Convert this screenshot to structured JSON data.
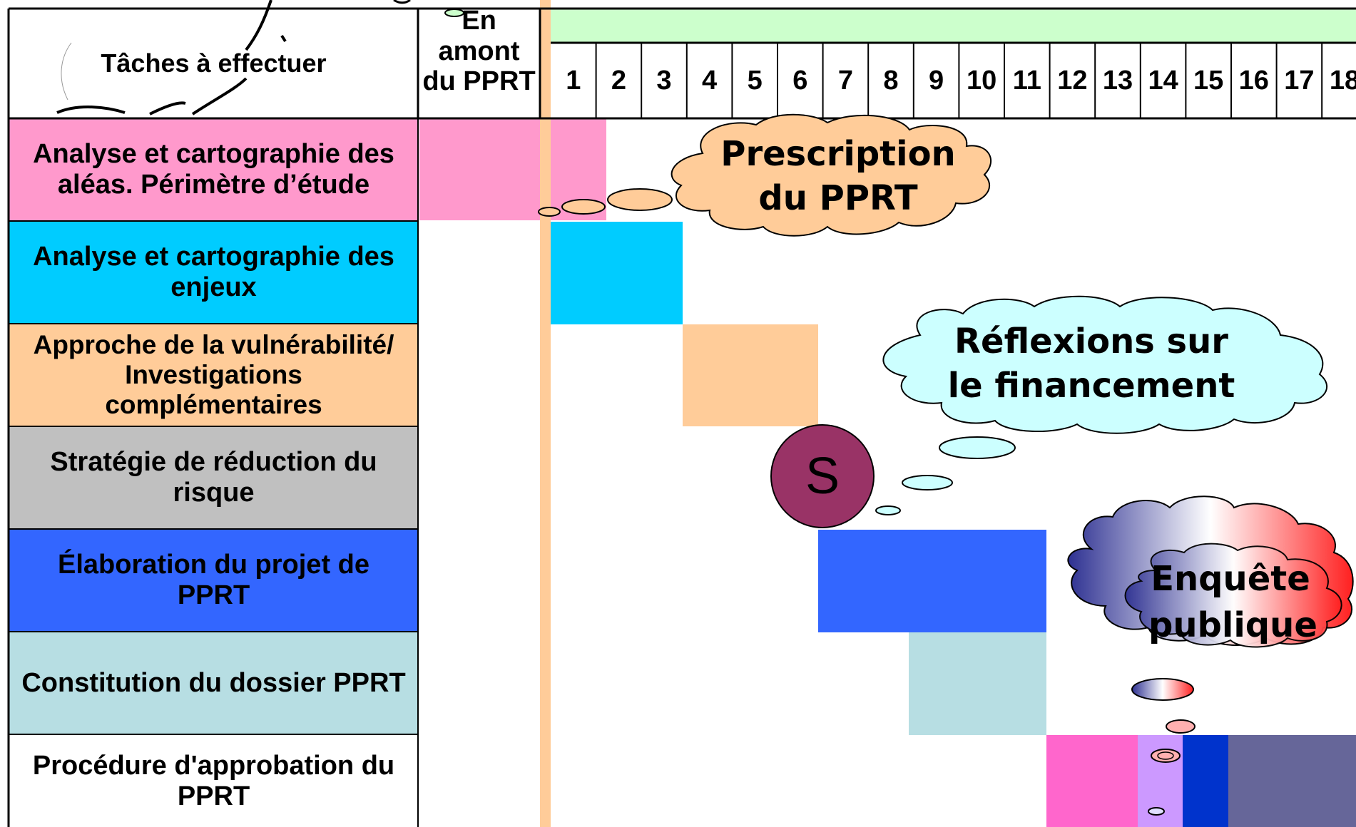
{
  "header": {
    "tasks_label": "Tâches à effectuer",
    "upstream_label_1": "En",
    "upstream_label_2": "amont",
    "upstream_label_3": "du PPRT",
    "months": [
      "1",
      "2",
      "3",
      "4",
      "5",
      "6",
      "7",
      "8",
      "9",
      "10",
      "11",
      "12",
      "13",
      "14",
      "15",
      "16",
      "17",
      "18"
    ]
  },
  "tasks": [
    {
      "line1": "Analyse et cartographie des",
      "line2": "aléas. Périmètre d’étude",
      "line3": "",
      "color": "#FF99CC"
    },
    {
      "line1": "Analyse et cartographie des",
      "line2": "enjeux",
      "line3": "",
      "color": "#00CCFF"
    },
    {
      "line1": "Approche de la vulnérabilité/",
      "line2": "Investigations",
      "line3": "complémentaires",
      "color": "#FFCC99"
    },
    {
      "line1": "Stratégie de réduction du",
      "line2": "risque",
      "line3": "",
      "color": "#C0C0C0"
    },
    {
      "line1": "Élaboration du projet de",
      "line2": "PPRT",
      "line3": "",
      "color": "#3366FF"
    },
    {
      "line1": "Constitution du dossier PPRT",
      "line2": "",
      "line3": "",
      "color": "#B7DEE3"
    },
    {
      "line1": "Procédure d'approbation du",
      "line2": "PPRT",
      "line3": "",
      "color": "#FFFFFF"
    }
  ],
  "bubbles": {
    "prescription": {
      "line1": "Prescription",
      "line2": "du PPRT",
      "color": "#FFCC99"
    },
    "financement": {
      "line1": "Réflexions sur",
      "line2": "le financement",
      "color": "#CCFFFF"
    },
    "enquete": {
      "line1": "Enquête",
      "line2": "publique"
    }
  },
  "strategy_marker": {
    "label": "S",
    "color": "#993366"
  },
  "colors": {
    "header_band": "#CCFFCC",
    "upstream_divider": "#FFCC99"
  }
}
